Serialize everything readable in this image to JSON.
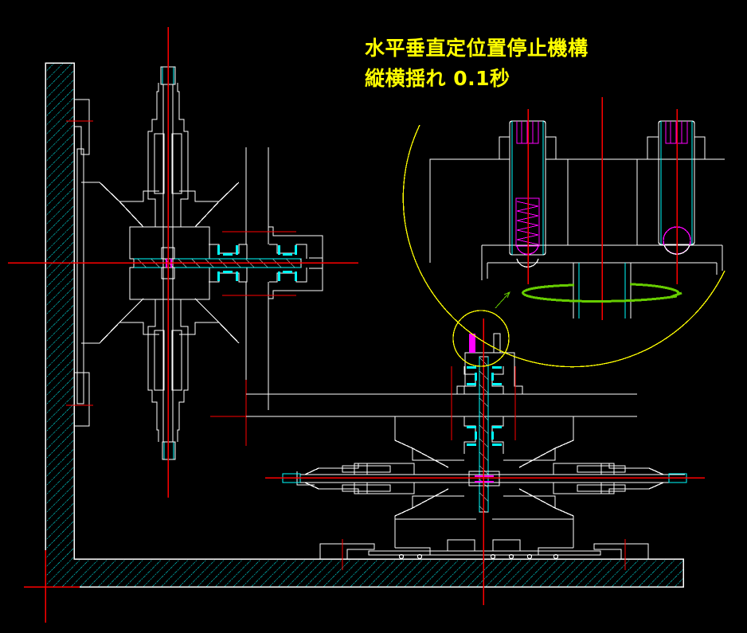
{
  "drawing": {
    "title_line1": "水平垂直定位置停止機構",
    "title_line2": "縦横揺れ 0.1秒",
    "background": "#000000"
  },
  "colors": {
    "outline": "#ffffff",
    "centerline": "#ff0000",
    "hatch": "#00ffff",
    "detail": "#ff00ff",
    "callout": "#ffff00",
    "motion_arrow": "#66cc00",
    "text": "#ffff00"
  },
  "views": [
    {
      "name": "vertical-disc-assembly",
      "description": "Wall-mounted vertical rotating disc with horizontal shaft"
    },
    {
      "name": "horizontal-disc-assembly",
      "description": "Floor-mounted horizontal rotating disc with vertical shaft"
    },
    {
      "name": "detail-view",
      "description": "Enlarged circular detail of spring-loaded ball detent locking pins"
    }
  ],
  "parts": {
    "wall": "L-shaped hatched frame (wall + floor)",
    "spring_plunger": "Spring-loaded pin with ball",
    "ball_detent": "Ball detent pin",
    "bearing": "Cyan bearing inserts",
    "shaft": "Hatched shaft"
  }
}
